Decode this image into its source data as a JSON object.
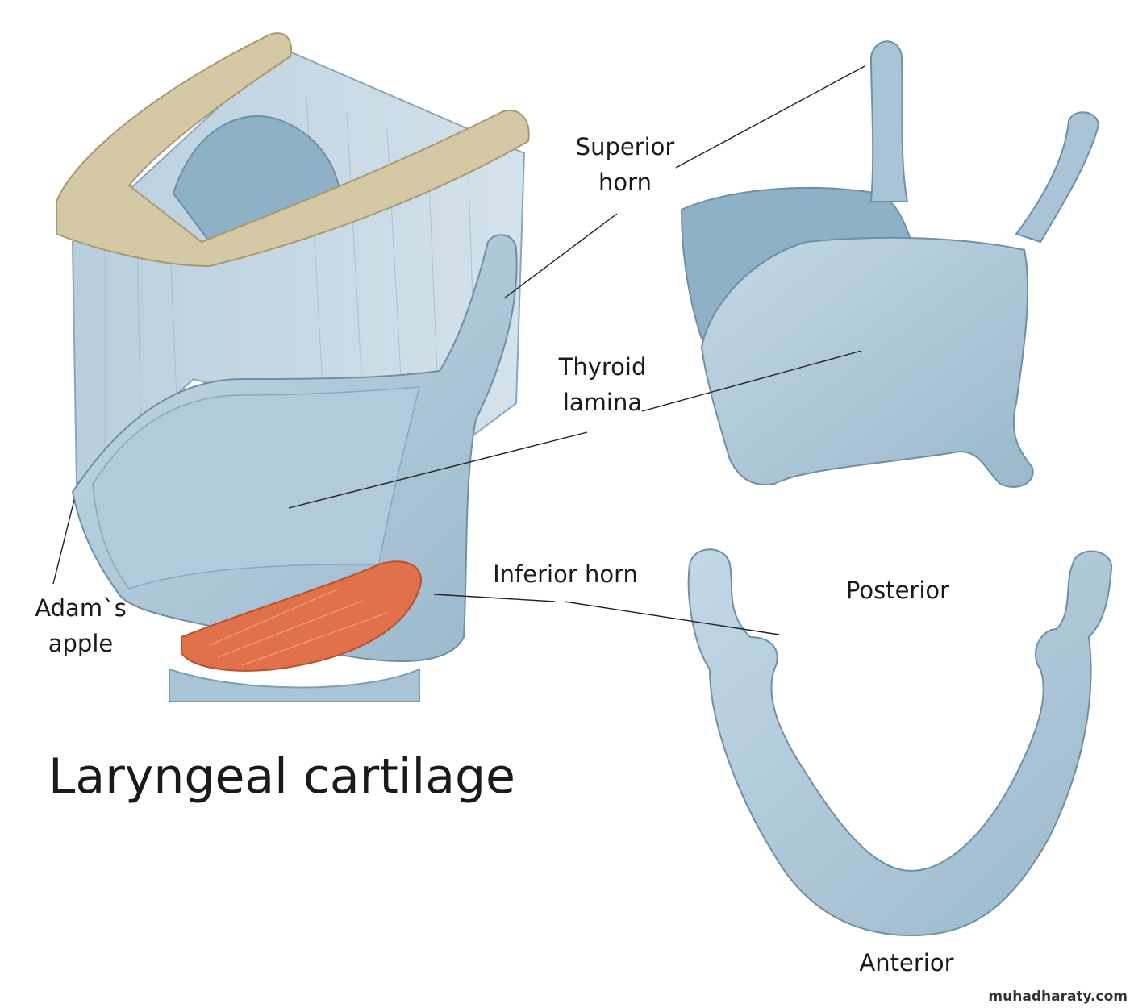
{
  "title": "Laryngeal cartilage",
  "labels": {
    "superior_horn": "Superior\nhorn",
    "thyroid_lamina": "Thyroid\nlamina",
    "inferior_horn": "Inferior horn",
    "adams_apple": "Adam`s\napple",
    "posterior": "Posterior",
    "anterior": "Anterior"
  },
  "watermark": "muhadharaty.com",
  "colors": {
    "cartilage": "#a9c4d6",
    "cartilage_shade": "#7d9db3",
    "cartilage_light": "#c3d8e6",
    "hyoid_bone": "#d5c8a4",
    "muscle": "#e0714a",
    "leader_line": "#222222"
  }
}
